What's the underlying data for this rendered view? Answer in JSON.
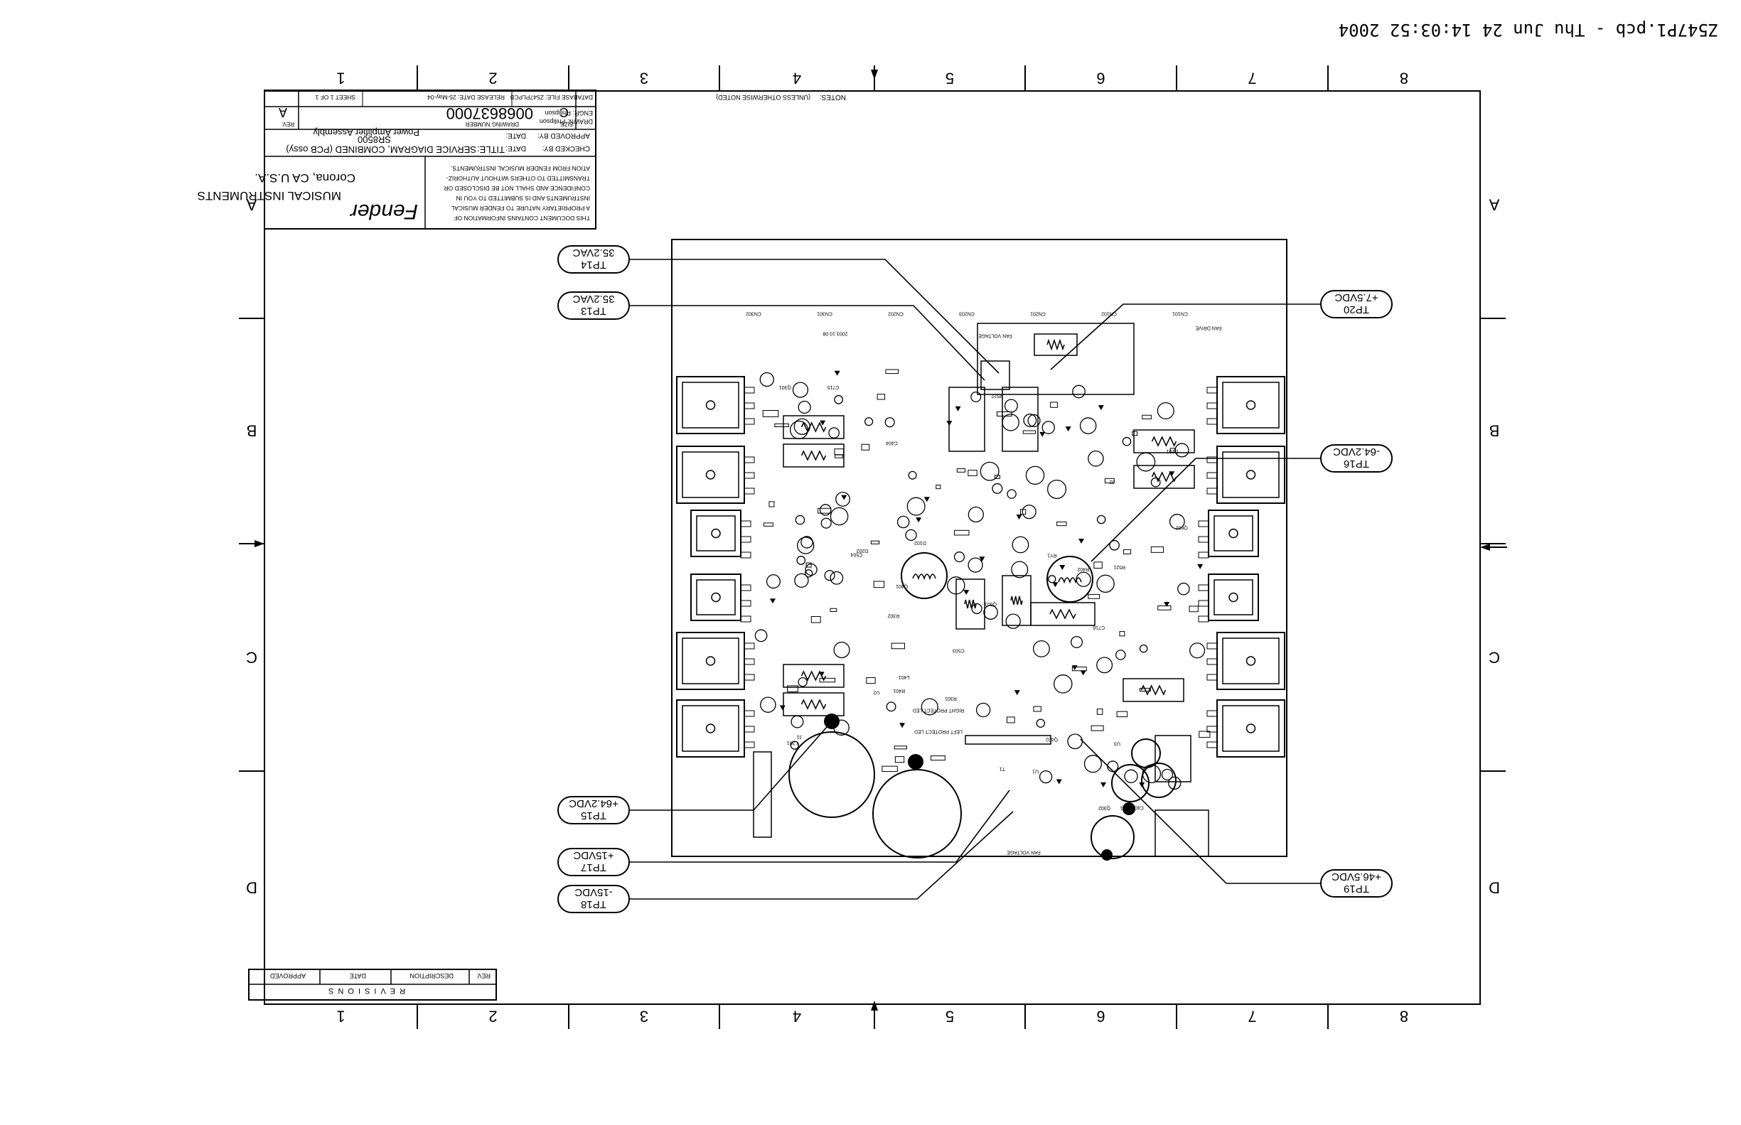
{
  "header_stamp": "Z547P1.pcb - Thu Jun 24 14:03:52 2004",
  "zones": {
    "columns": [
      "1",
      "2",
      "3",
      "4",
      "5",
      "6",
      "7",
      "8"
    ],
    "rows": [
      "A",
      "B",
      "C",
      "D"
    ]
  },
  "title_block": {
    "company_line1": "MUSICAL INSTRUMENTS",
    "company_line2": "Corona, CA U.S.A.",
    "logo_text": "Fender",
    "proprietary_notice": [
      "THIS DOCUMENT CONTAINS INFORMATION OF",
      "A PROPRIETARY NATURE TO FENDER MUSICAL",
      "INSTRUMENTS AND IS SUBMITTED TO YOU IN",
      "CONFIDENCE AND SHALL NOT BE DISCLOSED OR",
      "TRANSMITTED TO OTHERS WITHOUT AUTHORIZ-",
      "ATION FROM FENDER MUSICAL INSTRUMENTS."
    ],
    "title_label": "TITLE:",
    "title_line1": "SERVICE DIAGRAM, COMBINED (PCB ossy)",
    "title_line2": "SR8500",
    "title_line3": "Power Amplifier Assembly",
    "checked_by": "CHECKED BY:",
    "approved_by": "APPROVED BY:",
    "date1": "DATE:",
    "date2": "DATE:",
    "drawn": "DRAWN: Philipson",
    "engr": "ENGR: Philipson",
    "rev_label": "REV.",
    "rev_value": "A",
    "size_label": "SIZE",
    "size_value": "C",
    "drawing_number_label": "DRAWING NUMBER",
    "drawing_number": "0068637000",
    "release_date": "RELEASE DATE: 25-May-04",
    "sheet": "SHEET 1 OF 1",
    "database_file": "DATABASE FILE: Z547PLPCB",
    "notes": "NOTES:",
    "notes_text": "(UNLESS OTHERWISE NOTED)"
  },
  "revisions": {
    "title": "REVISIONS",
    "col_rev": "REV.",
    "col_description": "DESCRIPTION",
    "col_date": "DATE",
    "col_approved": "APPROVED"
  },
  "test_points": [
    {
      "id": "TP14",
      "value": "35.2VAC"
    },
    {
      "id": "TP13",
      "value": "35.2VAC"
    },
    {
      "id": "TP20",
      "value": "+7.5VDC"
    },
    {
      "id": "TP16",
      "value": "-64.2VDC"
    },
    {
      "id": "TP15",
      "value": "+64.2VDC"
    },
    {
      "id": "TP17",
      "value": "+15VDC"
    },
    {
      "id": "TP18",
      "value": "-15VDC"
    },
    {
      "id": "TP19",
      "value": "+46.5VDC"
    }
  ],
  "pcb_labels": [
    "FAN VOLTAGE",
    "FAN DRIVE",
    "FAN VOLTAGE",
    "2003.10.08",
    "CN302",
    "CN301",
    "CN202",
    "CN203",
    "CN201",
    "CN102",
    "CN101",
    "LEFT PROTECT LED",
    "RIGHT PROTECT LED",
    "C503",
    "C504",
    "C715",
    "C716",
    "C403",
    "C404",
    "R301",
    "R302",
    "R401",
    "R402",
    "R521",
    "R522",
    "Q301",
    "Q302",
    "Q401",
    "Q402",
    "Q601",
    "Q602",
    "D101",
    "D102",
    "D201",
    "D202",
    "U1",
    "U2",
    "U3",
    "RY1",
    "T1",
    "J1",
    "J2",
    "L301",
    "L401"
  ],
  "colors": {
    "ink": "#000000",
    "paper": "#ffffff"
  }
}
